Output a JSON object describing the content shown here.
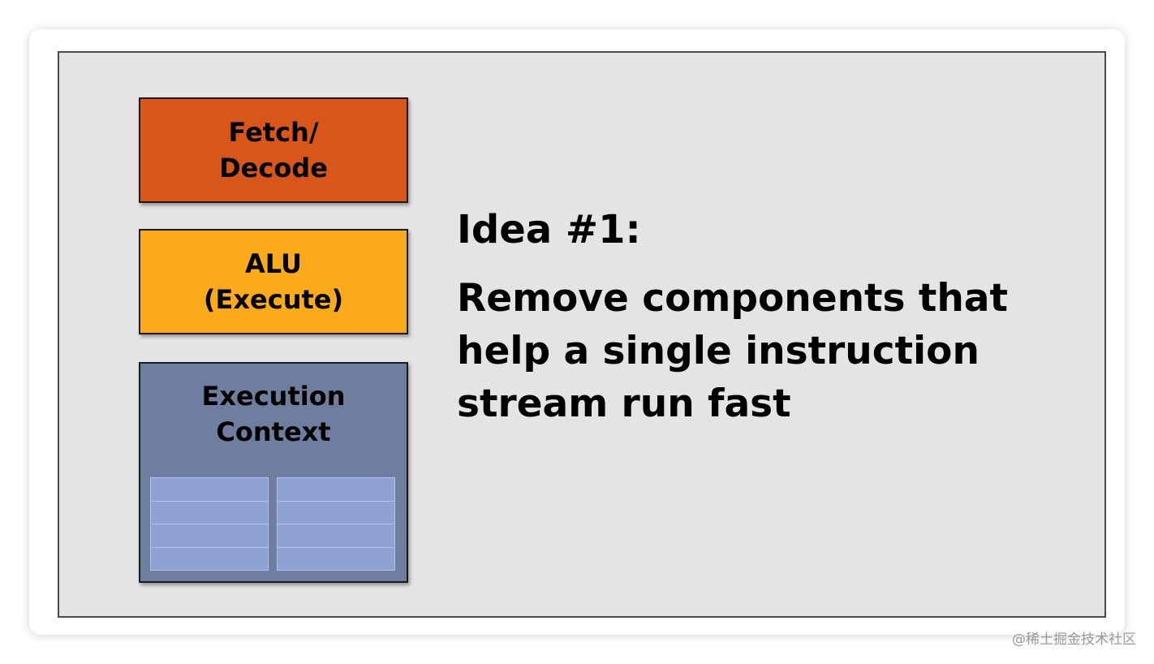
{
  "diagram": {
    "blocks": {
      "fetch_decode": {
        "line1": "Fetch/",
        "line2": "Decode",
        "color": "#d9561b"
      },
      "alu": {
        "line1": "ALU",
        "line2": "(Execute)",
        "color": "#fbaa19"
      },
      "execution_context": {
        "line1": "Execution",
        "line2": "Context",
        "color": "#6f7d9f",
        "register_color": "#8fa1d1"
      }
    },
    "idea": {
      "title": "Idea #1:",
      "lines": [
        "Remove components that",
        "help a single instruction",
        "stream run fast"
      ]
    }
  },
  "watermark": "@稀土掘金技术社区"
}
